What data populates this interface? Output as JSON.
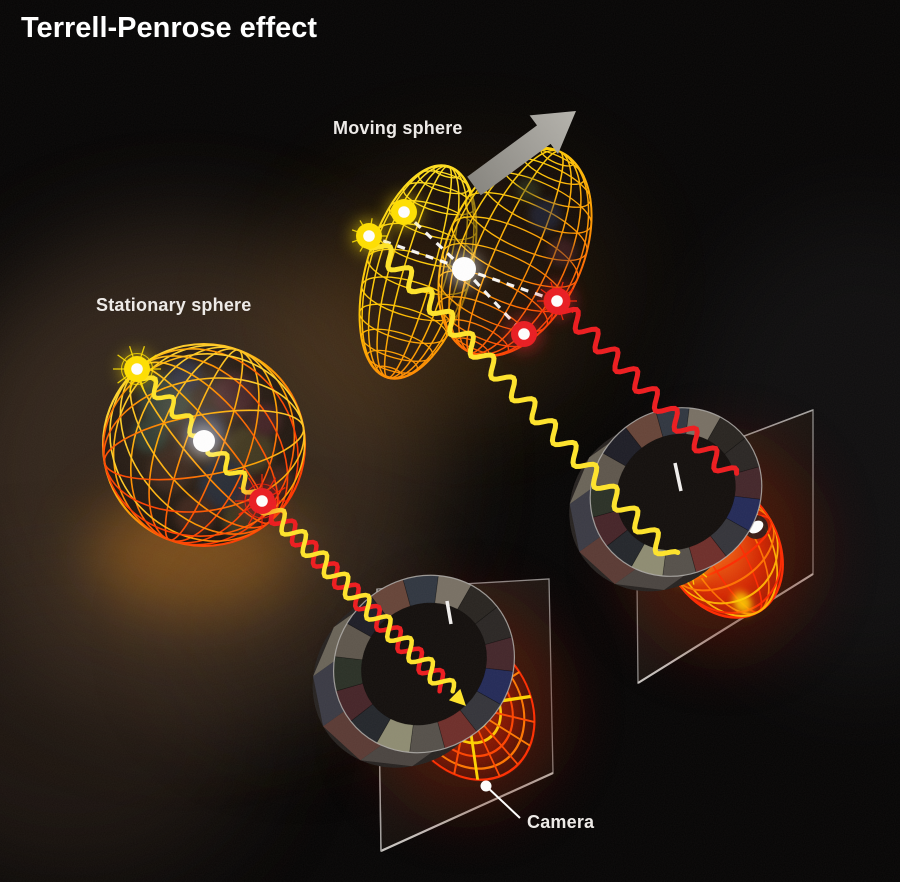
{
  "title": "Terrell-Penrose effect",
  "labels": {
    "moving_sphere": "Moving sphere",
    "stationary_sphere": "Stationary sphere",
    "camera": "Camera"
  },
  "scene": {
    "description": "Stationary wireframe sphere and a relativistically moving sphere each emit yellow (near point) and red (far point) light toward a camera; the moving sphere's image appears rotated, not contracted.",
    "moving_sphere_positions": 2,
    "cameras": 2
  },
  "colors": {
    "background": "#050404",
    "title_text": "#ffffff",
    "label_text": "#edeae7",
    "arrow_light": "#b5b3ad",
    "arrow_dark": "#87857f",
    "wire_yellow": "#ffe23c",
    "wire_orange": "#ffa200",
    "wire_red": "#ff2800",
    "photon_yellow": "#ffe42a",
    "photon_red": "#ee1b1e",
    "dot_yellow": "#ffdf00",
    "dot_red": "#ea1c21",
    "dot_white": "#ffffff",
    "dash_white": "#ffffff",
    "glow_brown": "#6b4f38",
    "glow_orange": "#c97a1d",
    "plate_light": "#241c16",
    "plate_dark": "#0d0a08",
    "plate_edge": "#8f8d8b",
    "plate_edge_highlight": "#c9c6c2",
    "plate_haze": "#6e1402",
    "lens_face": "#17120f",
    "lens_side": "#262220",
    "lens_highlight": "#c7c4c0",
    "lens_tick": "#f2f0ee",
    "lens_palette": [
      "#2a2624",
      "#43262a",
      "#232a58",
      "#34343a",
      "#6e2e2a",
      "#55504a",
      "#8e8c72",
      "#23262b",
      "#452428",
      "#2a3026",
      "#5e564c",
      "#1d1d26",
      "#664438",
      "#303640",
      "#787064",
      "#282420"
    ],
    "lens_side_palette": [
      "#4a4440",
      "#5a3a34",
      "#3a3a44",
      "#6a6458",
      "#403028"
    ],
    "sphere_patch_palette": [
      "#355247",
      "#5a2a34",
      "#27355a",
      "#56502a",
      "#4a3326",
      "#2c3a52",
      "#553026"
    ],
    "image_ring_colors": [
      "#ff3800",
      "#ff8800",
      "#ffc800",
      "#ff4400",
      "#ff7700",
      "#ff2e00"
    ],
    "image_yellow": "#ffd400",
    "image_red": "#ff2a00"
  }
}
